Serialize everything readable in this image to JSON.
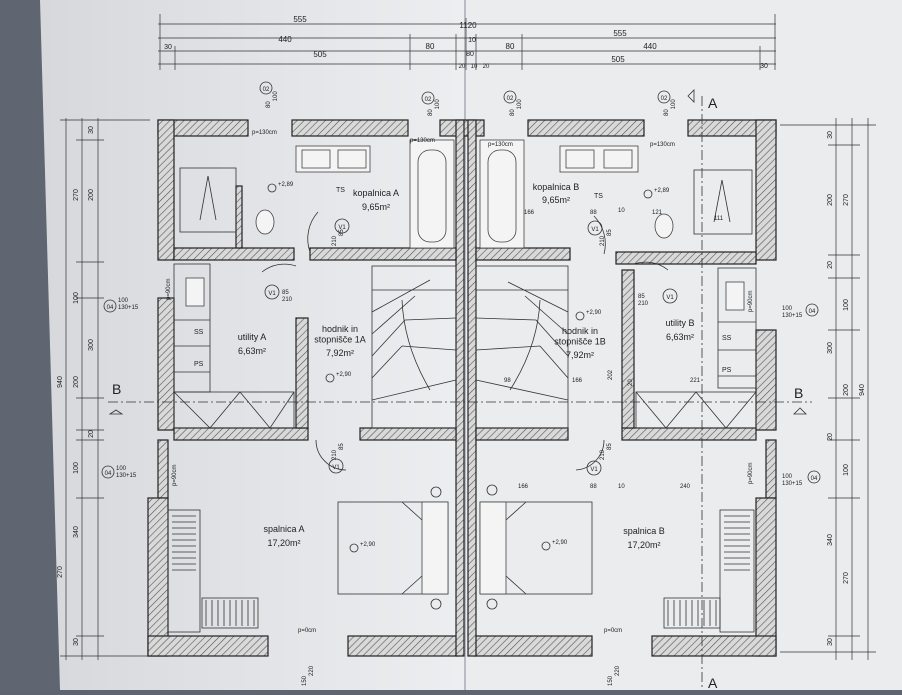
{
  "dims_top": {
    "row1": [
      "555",
      "1120",
      "555"
    ],
    "row2": [
      "440",
      "80",
      "10",
      "80",
      "440"
    ],
    "row3": [
      "30",
      "505",
      "80",
      "20",
      "10",
      "20",
      "505",
      "30"
    ]
  },
  "dims_left": [
    "30",
    "270",
    "200",
    "100",
    "300",
    "200",
    "20",
    "100",
    "940",
    "340",
    "270",
    "30"
  ],
  "dims_right": [
    "30",
    "200",
    "270",
    "20",
    "100",
    "300",
    "200",
    "940",
    "20",
    "100",
    "340",
    "270",
    "30"
  ],
  "section_marks": {
    "a": "A",
    "b": "B"
  },
  "tags": {
    "t02": "02",
    "t04": "04",
    "v1": "V1"
  },
  "window_labels": {
    "sill_130": "p=130cm",
    "sill_90": "p=90cm",
    "sill_0": "p=0cm",
    "w_100_130": "100\n130+15",
    "w_80_100": "80\n100",
    "door_85_210": "85\n210",
    "door_210_85": "210\n85",
    "w_150_220": "150\n220"
  },
  "rooms": {
    "kopalnica_a": {
      "name": "kopalnica A",
      "area": "9,65m²"
    },
    "kopalnica_b": {
      "name": "kopalnica B",
      "area": "9,65m²"
    },
    "utility_a": {
      "name": "utility A",
      "area": "6,63m²"
    },
    "utility_b": {
      "name": "utility B",
      "area": "6,63m²"
    },
    "hodnik_a": {
      "name": "hodnik in\nstopnišče 1A",
      "area": "7,92m²"
    },
    "hodnik_b": {
      "name": "hodnik in\nstopnišče 1B",
      "area": "7,92m²"
    },
    "spalnica_a": {
      "name": "spalnica A",
      "area": "17,20m²"
    },
    "spalnica_b": {
      "name": "spalnica B",
      "area": "17,20m²"
    }
  },
  "levels": {
    "l289": "+2,89",
    "l290": "+2,90"
  },
  "equipment": {
    "ts": "TS",
    "ss": "SS",
    "ps": "PS"
  },
  "inner_dims": [
    "166",
    "88",
    "10",
    "121",
    "111",
    "98",
    "166",
    "202",
    "221",
    "20",
    "166",
    "88",
    "10",
    "240"
  ]
}
